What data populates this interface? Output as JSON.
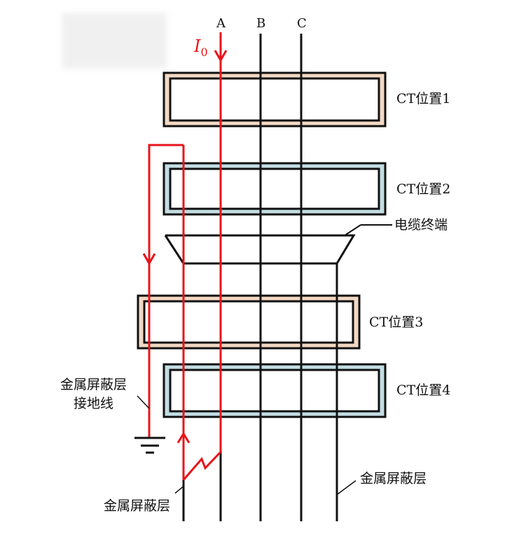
{
  "phases": [
    "A",
    "B",
    "C"
  ],
  "current_label": {
    "symbol": "I",
    "subscript": "0"
  },
  "ct_positions": [
    "CT位置1",
    "CT位置2",
    "CT位置3",
    "CT位置4"
  ],
  "cable_termination_label": "电缆终端",
  "ground_wire_label": [
    "金属屏蔽层",
    "接地线"
  ],
  "shield_label_left": "金属屏蔽层",
  "shield_label_right": "金属屏蔽层",
  "colors": {
    "fault_current": "#e8141b",
    "conductor": "#111111",
    "ct_tan_fill": "#f3d9c4",
    "ct_blue_fill": "#c3dde3"
  }
}
